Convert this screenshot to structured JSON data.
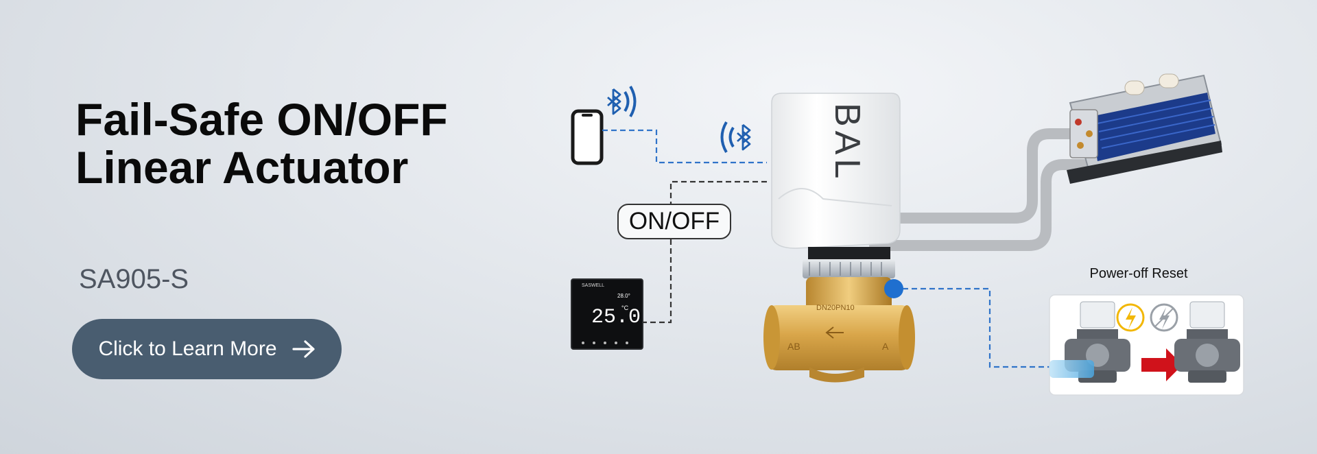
{
  "hero": {
    "title_line1": "Fail-Safe ON/OFF",
    "title_line2": "Linear Actuator",
    "model": "SA905-S",
    "cta_label": "Click to Learn More"
  },
  "diagram": {
    "actuator_brand": "BAL",
    "switch_label": "ON/OFF",
    "reset_label": "Power-off Reset",
    "valve_marking": "DN20PN10",
    "valve_ports": [
      "AB",
      "A"
    ],
    "thermostat": {
      "brand": "SASWELL",
      "temperature": "25.0",
      "unit": "°C",
      "setpoint": "28.0°"
    },
    "icons": [
      "phone-icon",
      "bluetooth-icon",
      "thermostat-icon",
      "arrow-right-icon",
      "lightning-icon"
    ]
  },
  "colors": {
    "cta_bg": "#495d70",
    "bluetooth_blue": "#1f5fb0",
    "dash_blue": "#2f73c9",
    "dash_dark": "#333333",
    "reset_arrow": "#d0121b",
    "lightning": "#f2b705"
  }
}
